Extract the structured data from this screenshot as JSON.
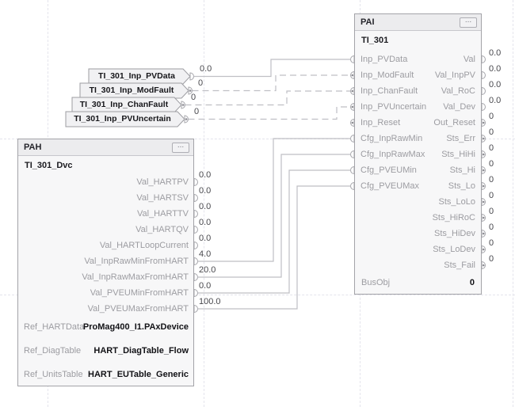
{
  "colors": {
    "block_body": "#f7f7f8",
    "block_header": "#ececee",
    "block_border": "#a3a3a8",
    "pin_label_text": "#9c9ca1",
    "value_text": "#48484d",
    "bold_text": "#121216",
    "wire": "#bfbfc4",
    "grid": "#e4e4ec",
    "reference_tag_fill": "#f1f1f3"
  },
  "references": {
    "inputs": [
      {
        "label": "TI_301_Inp_PVData",
        "value": "0.0",
        "type": "real"
      },
      {
        "label": "TI_301_Inp_ModFault",
        "value": "0",
        "type": "bool"
      },
      {
        "label": "TI_301_Inp_ChanFault",
        "value": "0",
        "type": "bool"
      },
      {
        "label": "TI_301_Inp_PVUncertain",
        "value": "0",
        "type": "bool"
      }
    ]
  },
  "blocks": {
    "pah": {
      "type_label": "PAH",
      "menu_label": "...",
      "tag": "TI_301_Dvc",
      "outputs": [
        {
          "name": "Val_HARTPV",
          "value": "0.0",
          "type": "real"
        },
        {
          "name": "Val_HARTSV",
          "value": "0.0",
          "type": "real"
        },
        {
          "name": "Val_HARTTV",
          "value": "0.0",
          "type": "real"
        },
        {
          "name": "Val_HARTQV",
          "value": "0.0",
          "type": "real"
        },
        {
          "name": "Val_HARTLoopCurrent",
          "value": "0.0",
          "type": "real"
        },
        {
          "name": "Val_InpRawMinFromHART",
          "value": "4.0",
          "type": "real"
        },
        {
          "name": "Val_InpRawMaxFromHART",
          "value": "20.0",
          "type": "real"
        },
        {
          "name": "Val_PVEUMinFromHART",
          "value": "0.0",
          "type": "real"
        },
        {
          "name": "Val_PVEUMaxFromHART",
          "value": "100.0",
          "type": "real"
        }
      ],
      "refs": [
        {
          "name": "Ref_HARTData",
          "value": "ProMag400_I1.PAxDevice"
        },
        {
          "name": "Ref_DiagTable",
          "value": "HART_DiagTable_Flow"
        },
        {
          "name": "Ref_UnitsTable",
          "value": "HART_EUTable_Generic"
        }
      ]
    },
    "pai": {
      "type_label": "PAI",
      "menu_label": "...",
      "tag": "TI_301",
      "inputs": [
        {
          "name": "Inp_PVData",
          "type": "real"
        },
        {
          "name": "Inp_ModFault",
          "type": "bool"
        },
        {
          "name": "Inp_ChanFault",
          "type": "bool"
        },
        {
          "name": "Inp_PVUncertain",
          "type": "bool"
        },
        {
          "name": "Inp_Reset",
          "type": "bool"
        },
        {
          "name": "Cfg_InpRawMin",
          "type": "real"
        },
        {
          "name": "Cfg_InpRawMax",
          "type": "real"
        },
        {
          "name": "Cfg_PVEUMin",
          "type": "real"
        },
        {
          "name": "Cfg_PVEUMax",
          "type": "real"
        }
      ],
      "outputs": [
        {
          "name": "Val",
          "value": "0.0",
          "type": "real"
        },
        {
          "name": "Val_InpPV",
          "value": "0.0",
          "type": "real"
        },
        {
          "name": "Val_RoC",
          "value": "0.0",
          "type": "real"
        },
        {
          "name": "Val_Dev",
          "value": "0.0",
          "type": "real"
        },
        {
          "name": "Out_Reset",
          "value": "0",
          "type": "bool"
        },
        {
          "name": "Sts_Err",
          "value": "0",
          "type": "bool"
        },
        {
          "name": "Sts_HiHi",
          "value": "0",
          "type": "bool"
        },
        {
          "name": "Sts_Hi",
          "value": "0",
          "type": "bool"
        },
        {
          "name": "Sts_Lo",
          "value": "0",
          "type": "bool"
        },
        {
          "name": "Sts_LoLo",
          "value": "0",
          "type": "bool"
        },
        {
          "name": "Sts_HiRoC",
          "value": "0",
          "type": "bool"
        },
        {
          "name": "Sts_HiDev",
          "value": "0",
          "type": "bool"
        },
        {
          "name": "Sts_LoDev",
          "value": "0",
          "type": "bool"
        },
        {
          "name": "Sts_Fail",
          "value": "0",
          "type": "bool"
        }
      ],
      "bus": {
        "name": "BusObj",
        "value": "0"
      }
    }
  },
  "wires": [
    {
      "from": "TI_301_Inp_PVData",
      "to": "Inp_PVData",
      "style": "solid"
    },
    {
      "from": "TI_301_Inp_ModFault",
      "to": "Inp_ModFault",
      "style": "dashed"
    },
    {
      "from": "TI_301_Inp_ChanFault",
      "to": "Inp_ChanFault",
      "style": "dashed"
    },
    {
      "from": "TI_301_Inp_PVUncertain",
      "to": "Inp_PVUncertain",
      "style": "dashed"
    },
    {
      "from": "Val_InpRawMinFromHART",
      "to": "Cfg_InpRawMin",
      "style": "solid"
    },
    {
      "from": "Val_InpRawMaxFromHART",
      "to": "Cfg_InpRawMax",
      "style": "solid"
    },
    {
      "from": "Val_PVEUMinFromHART",
      "to": "Cfg_PVEUMin",
      "style": "solid"
    },
    {
      "from": "Val_PVEUMaxFromHART",
      "to": "Cfg_PVEUMax",
      "style": "solid"
    }
  ]
}
